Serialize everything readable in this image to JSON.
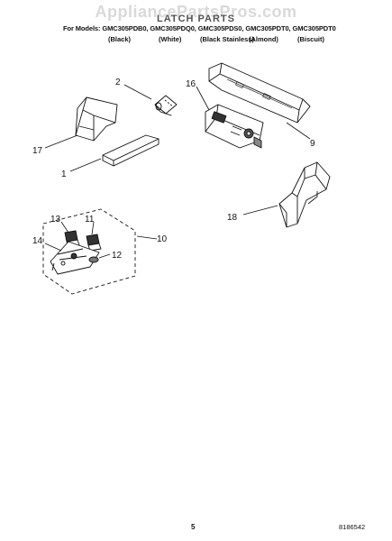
{
  "watermark": "AppliancePartsPros.com",
  "header": {
    "title": "LATCH PARTS",
    "models_line": "For Models: GMC305PDB0, GMC305PDQ0, GMC305PDS0, GMC305PDT0, GMC305PDT0",
    "colors": [
      "(Black)",
      "(White)",
      "(Black Stainless)",
      "(Almond)",
      "(Biscuit)"
    ]
  },
  "callouts": {
    "c1": "1",
    "c2": "2",
    "c9": "9",
    "c10": "10",
    "c11": "11",
    "c12": "12",
    "c13": "13",
    "c14": "14",
    "c16": "16",
    "c17": "17",
    "c18": "18"
  },
  "footer": {
    "page": "5",
    "document_number": "8186542"
  }
}
